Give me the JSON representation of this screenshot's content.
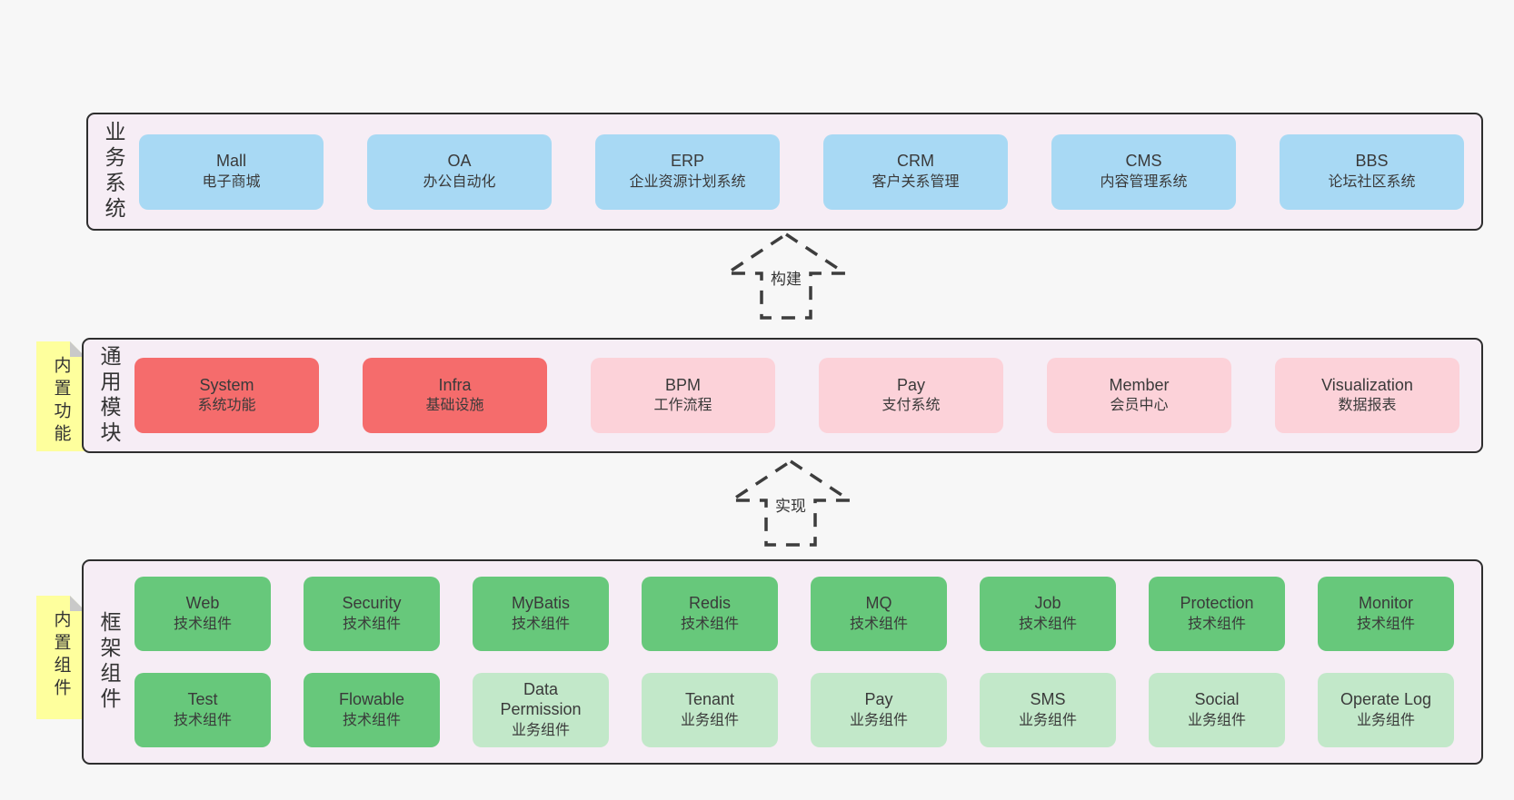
{
  "page_background": "#f7f7f7",
  "colors": {
    "container_fill": "#f6edf5",
    "container_border": "#2e2e2e",
    "blue": "#a8d9f4",
    "red": "#f56c6c",
    "pink": "#fcd2d9",
    "green": "#67c87b",
    "green_light": "#c2e8c9",
    "note_yellow": "#feff9d",
    "note_fold": "#c9c9c9",
    "text": "#3a3a3a"
  },
  "arrows": [
    {
      "label": "构建"
    },
    {
      "label": "实现"
    }
  ],
  "layers": [
    {
      "label": "业务系统",
      "rows": [
        [
          {
            "title": "Mall",
            "subtitle": "电子商城",
            "variant": "blue"
          },
          {
            "title": "OA",
            "subtitle": "办公自动化",
            "variant": "blue"
          },
          {
            "title": "ERP",
            "subtitle": "企业资源计划系统",
            "variant": "blue"
          },
          {
            "title": "CRM",
            "subtitle": "客户关系管理",
            "variant": "blue"
          },
          {
            "title": "CMS",
            "subtitle": "内容管理系统",
            "variant": "blue"
          },
          {
            "title": "BBS",
            "subtitle": "论坛社区系统",
            "variant": "blue"
          }
        ]
      ]
    },
    {
      "label": "通用模块",
      "note": "内置功能",
      "rows": [
        [
          {
            "title": "System",
            "subtitle": "系统功能",
            "variant": "red"
          },
          {
            "title": "Infra",
            "subtitle": "基础设施",
            "variant": "red"
          },
          {
            "title": "BPM",
            "subtitle": "工作流程",
            "variant": "pink"
          },
          {
            "title": "Pay",
            "subtitle": "支付系统",
            "variant": "pink"
          },
          {
            "title": "Member",
            "subtitle": "会员中心",
            "variant": "pink"
          },
          {
            "title": "Visualization",
            "subtitle": "数据报表",
            "variant": "pink"
          }
        ]
      ]
    },
    {
      "label": "框架组件",
      "note": "内置组件",
      "rows": [
        [
          {
            "title": "Web",
            "subtitle": "技术组件",
            "variant": "green"
          },
          {
            "title": "Security",
            "subtitle": "技术组件",
            "variant": "green"
          },
          {
            "title": "MyBatis",
            "subtitle": "技术组件",
            "variant": "green"
          },
          {
            "title": "Redis",
            "subtitle": "技术组件",
            "variant": "green"
          },
          {
            "title": "MQ",
            "subtitle": "技术组件",
            "variant": "green"
          },
          {
            "title": "Job",
            "subtitle": "技术组件",
            "variant": "green"
          },
          {
            "title": "Protection",
            "subtitle": "技术组件",
            "variant": "green"
          },
          {
            "title": "Monitor",
            "subtitle": "技术组件",
            "variant": "green"
          }
        ],
        [
          {
            "title": "Test",
            "subtitle": "技术组件",
            "variant": "green"
          },
          {
            "title": "Flowable",
            "subtitle": "技术组件",
            "variant": "green"
          },
          {
            "title": "Data\nPermission",
            "subtitle": "业务组件",
            "variant": "green_light"
          },
          {
            "title": "Tenant",
            "subtitle": "业务组件",
            "variant": "green_light"
          },
          {
            "title": "Pay",
            "subtitle": "业务组件",
            "variant": "green_light"
          },
          {
            "title": "SMS",
            "subtitle": "业务组件",
            "variant": "green_light"
          },
          {
            "title": "Social",
            "subtitle": "业务组件",
            "variant": "green_light"
          },
          {
            "title": "Operate Log",
            "subtitle": "业务组件",
            "variant": "green_light"
          }
        ]
      ]
    }
  ]
}
